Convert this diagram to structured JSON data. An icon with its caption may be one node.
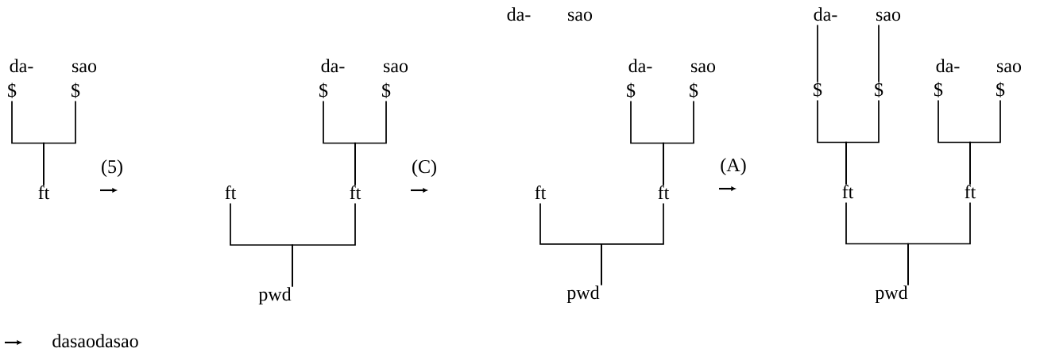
{
  "diagram": {
    "nodes": [
      {
        "text": [
          "$"
        ]
      },
      {
        "text": [
          "$"
        ]
      },
      {
        "text": [
          "ft"
        ]
      },
      {
        "text": [
          "$"
        ]
      },
      {
        "text": [
          "$"
        ]
      },
      {
        "text": [
          "ft"
        ]
      },
      {
        "text": [
          "ft"
        ]
      },
      {
        "text": [
          "pwd"
        ]
      },
      {
        "text": [
          "$"
        ]
      },
      {
        "text": [
          "$"
        ]
      },
      {
        "text": [
          "ft"
        ]
      },
      {
        "text": [
          "ft"
        ]
      },
      {
        "text": [
          "pwd"
        ]
      },
      {
        "text": [
          "da-"
        ]
      },
      {
        "text": [
          "sao"
        ]
      },
      {
        "text": [
          "$"
        ]
      },
      {
        "text": [
          "$"
        ]
      },
      {
        "text": [
          "$"
        ]
      },
      {
        "text": [
          "$"
        ]
      },
      {
        "text": [
          "ft"
        ]
      },
      {
        "text": [
          "ft"
        ]
      },
      {
        "text": [
          "pwd"
        ]
      }
    ],
    "edges": [
      {
        "from": 2,
        "to": 0,
        "arrow": "none"
      },
      {
        "from": 2,
        "to": 1,
        "arrow": "none"
      },
      {
        "from": 6,
        "to": 3,
        "arrow": "none"
      },
      {
        "from": 6,
        "to": 4,
        "arrow": "none"
      },
      {
        "from": 7,
        "to": 5,
        "arrow": "none"
      },
      {
        "from": 7,
        "to": 6,
        "arrow": "none"
      },
      {
        "from": 11,
        "to": 8,
        "arrow": "none"
      },
      {
        "from": 11,
        "to": 9,
        "arrow": "none"
      },
      {
        "from": 12,
        "to": 10,
        "arrow": "none"
      },
      {
        "from": 12,
        "to": 11,
        "arrow": "none"
      },
      {
        "from": 15,
        "to": 13,
        "arrow": "none"
      },
      {
        "from": 16,
        "to": 14,
        "arrow": "none"
      },
      {
        "from": 19,
        "to": 15,
        "arrow": "none"
      },
      {
        "from": 19,
        "to": 16,
        "arrow": "none"
      },
      {
        "from": 20,
        "to": 17,
        "arrow": "none"
      },
      {
        "from": 20,
        "to": 18,
        "arrow": "none"
      },
      {
        "from": 21,
        "to": 19,
        "arrow": "none"
      },
      {
        "from": 21,
        "to": 20,
        "arrow": "none"
      }
    ],
    "labels": [
      "da-",
      "sao",
      "da-",
      "sao",
      "da-",
      "sao",
      "da-",
      "sao",
      "da-",
      "sao",
      "(5)",
      "(C)",
      "(A)",
      "dasaodasao"
    ]
  }
}
